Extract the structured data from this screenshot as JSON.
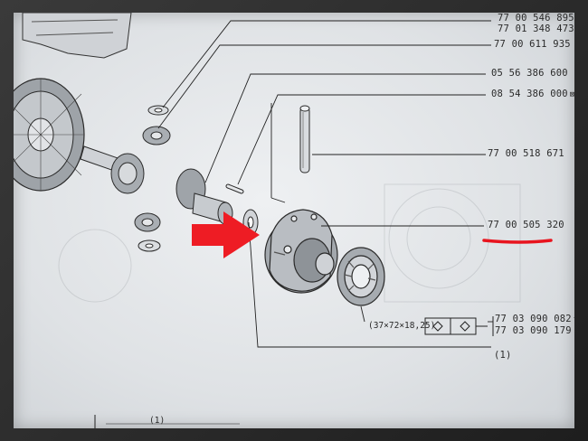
{
  "part_numbers": [
    {
      "id": "p1a",
      "text": "77 00 546 895",
      "mark": "†"
    },
    {
      "id": "p1b",
      "text": "77 01 348 473",
      "mark": ""
    },
    {
      "id": "p2",
      "text": "77 00 611 935",
      "mark": ""
    },
    {
      "id": "p3",
      "text": "05 56 386 600",
      "mark": ""
    },
    {
      "id": "p4",
      "text": "08 54 386 000",
      "mark": "⊠"
    },
    {
      "id": "p5",
      "text": "77 00 518 671",
      "mark": ""
    },
    {
      "id": "p6",
      "text": "77 00 505 320",
      "mark": ""
    },
    {
      "id": "p7a",
      "text": "77 03 090 082",
      "mark": "†"
    },
    {
      "id": "p7b",
      "text": "77 03 090 179",
      "mark": ""
    },
    {
      "id": "p8",
      "text": "(1)",
      "mark": ""
    }
  ],
  "bearing_spec": "(37×72×18,25)",
  "footnote_bottom": "(1)",
  "highlight_color": "#e8141e",
  "arrow_color": "#ee1c24",
  "highlighted_part": "77 00 505 320"
}
